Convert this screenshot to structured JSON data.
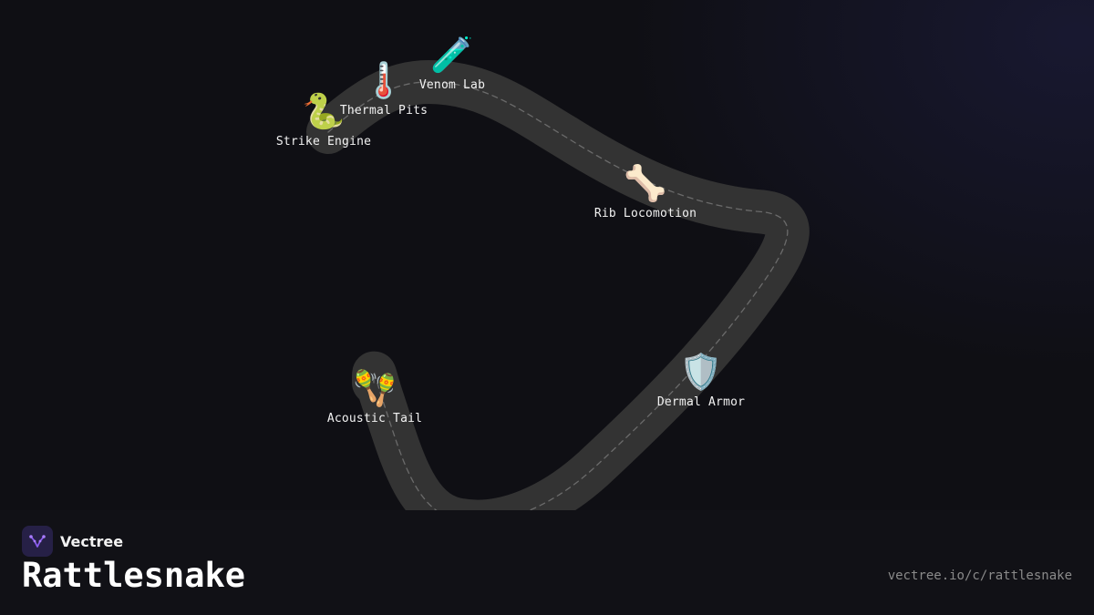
{
  "brand": {
    "name": "Vectree",
    "logo_icon": "vectree-logo-icon",
    "logo_color": "#8a5cf0"
  },
  "page": {
    "title": "Rattlesnake",
    "url": "vectree.io/c/rattlesnake"
  },
  "colors": {
    "background": "#0f0f14",
    "road": "#333333",
    "road_dash": "#6b6b6b"
  },
  "nodes": [
    {
      "id": "strike-engine",
      "label": "Strike Engine",
      "icon": "🐍",
      "icon_name": "snake-icon"
    },
    {
      "id": "thermal-pits",
      "label": "Thermal Pits",
      "icon": "🌡️",
      "icon_name": "thermometer-icon"
    },
    {
      "id": "venom-lab",
      "label": "Venom Lab",
      "icon": "🧪",
      "icon_name": "test-tube-icon"
    },
    {
      "id": "rib-locomotion",
      "label": "Rib Locomotion",
      "icon": "🦴",
      "icon_name": "bone-icon"
    },
    {
      "id": "dermal-armor",
      "label": "Dermal Armor",
      "icon": "🛡️",
      "icon_name": "shield-icon"
    },
    {
      "id": "acoustic-tail",
      "label": "Acoustic Tail",
      "icon": "🪇",
      "icon_name": "maracas-icon"
    }
  ]
}
